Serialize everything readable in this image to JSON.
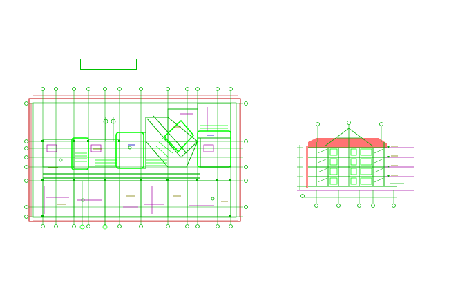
{
  "drawing": {
    "background": "#ffffff",
    "colors": {
      "grid": "#c00000",
      "walls": "#00b400",
      "bright": "#00ff00",
      "detail": "#a000a0",
      "roof": "#ff0000",
      "text": "#808000",
      "blue": "#0000c0"
    },
    "views": [
      {
        "name": "floor-plan",
        "type": "architectural-floor-plan"
      },
      {
        "name": "building-section",
        "type": "architectural-section"
      }
    ]
  }
}
